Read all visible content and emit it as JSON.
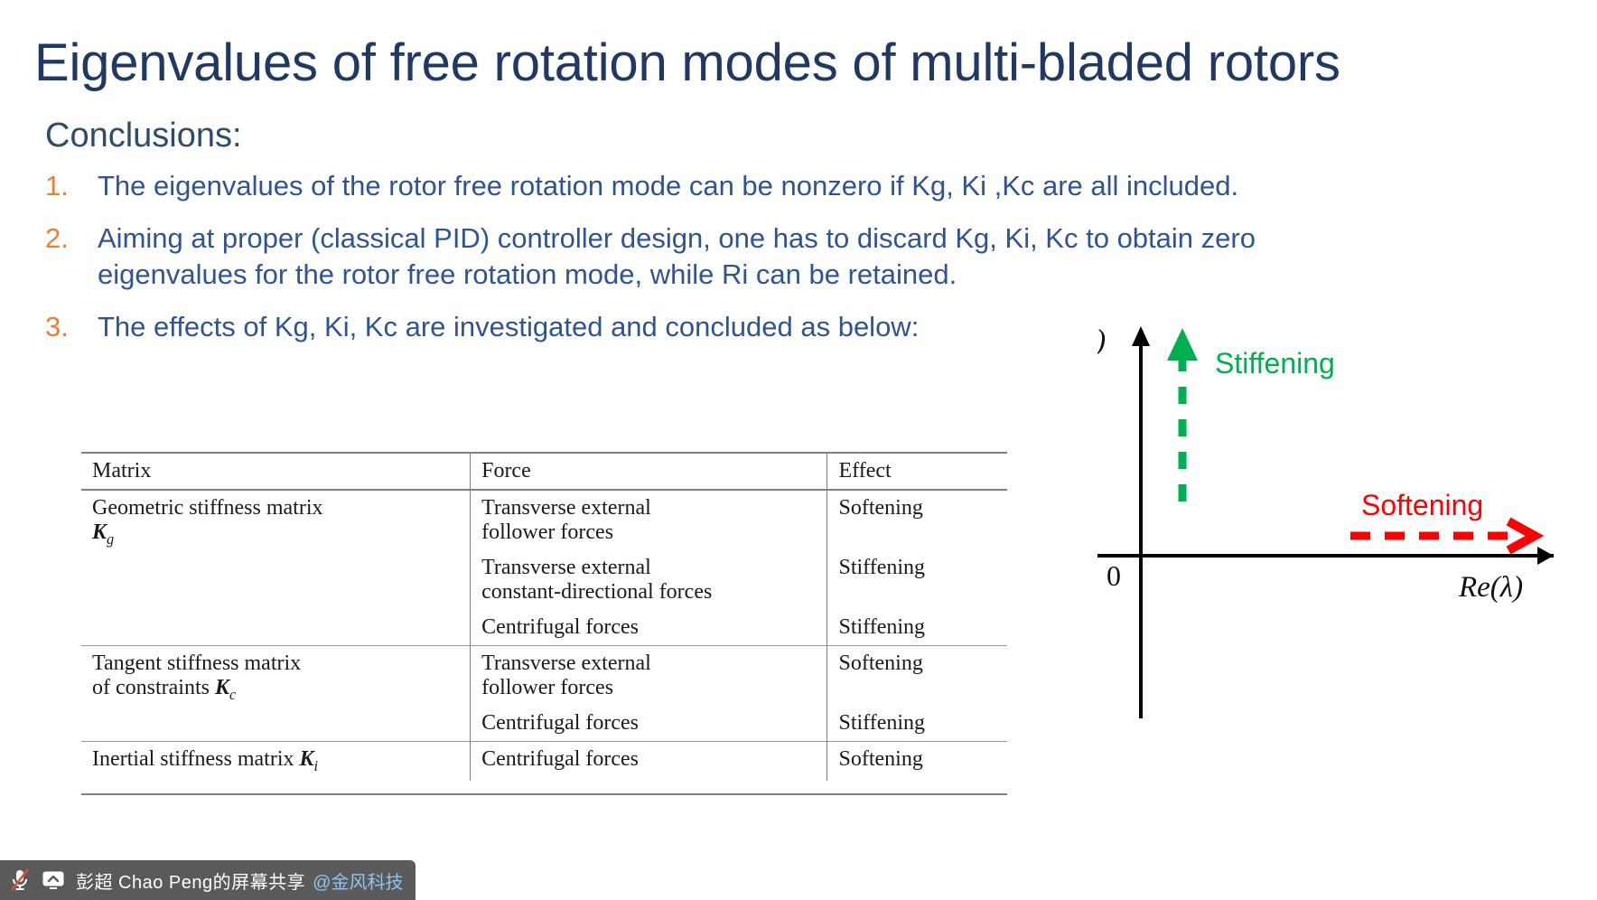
{
  "slide": {
    "title": "Eigenvalues of free rotation modes of multi-bladed rotors",
    "conclusions_heading": "Conclusions:",
    "items": [
      {
        "num": "1.",
        "text": "The eigenvalues of the rotor free rotation mode can be nonzero if Kg, Ki ,Kc are all included."
      },
      {
        "num": "2.",
        "text": "Aiming at proper (classical PID) controller design, one has to discard Kg, Ki, Kc to obtain zero eigenvalues for the rotor free rotation mode, while Ri can be retained."
      },
      {
        "num": "3.",
        "text": "The effects of Kg, Ki, Kc are investigated and concluded as below:"
      }
    ]
  },
  "table": {
    "headers": [
      "Matrix",
      "Force",
      "Effect"
    ],
    "groups": [
      {
        "matrix_line1": "Geometric stiffness matrix",
        "matrix_symbol": "K",
        "matrix_subscript": "g",
        "rows": [
          {
            "force_line1": "Transverse external",
            "force_line2": "follower forces",
            "effect": "Softening"
          },
          {
            "force_line1": "Transverse external",
            "force_line2": "constant-directional forces",
            "effect": "Stiffening"
          },
          {
            "force_line1": "Centrifugal forces",
            "force_line2": "",
            "effect": "Stiffening"
          }
        ]
      },
      {
        "matrix_line1": "Tangent stiffness matrix",
        "matrix_line2": "of constraints",
        "matrix_symbol": "K",
        "matrix_subscript": "c",
        "rows": [
          {
            "force_line1": "Transverse external",
            "force_line2": "follower forces",
            "effect": "Softening"
          },
          {
            "force_line1": "Centrifugal forces",
            "force_line2": "",
            "effect": "Stiffening"
          }
        ]
      },
      {
        "matrix_line1": "Inertial stiffness matrix",
        "matrix_symbol": "K",
        "matrix_subscript": "i",
        "rows": [
          {
            "force_line1": "Centrifugal forces",
            "force_line2": "",
            "effect": "Softening"
          }
        ]
      }
    ]
  },
  "diagram": {
    "y_axis_label": "Im(λ)",
    "x_axis_label": "Re(λ)",
    "origin_label": "0",
    "stiffening_label": "Stiffening",
    "softening_label": "Softening",
    "stiffening_color": "#00B050",
    "softening_color": "#FF0000",
    "axis_color": "#000000"
  },
  "share_bar": {
    "mic_icon": "microphone-muted-icon",
    "screen_icon": "screen-share-icon",
    "text": "彭超 Chao Peng的屏幕共享",
    "org": "@金风科技",
    "background": "#5a5a5a",
    "org_color": "#8ec6f0"
  }
}
